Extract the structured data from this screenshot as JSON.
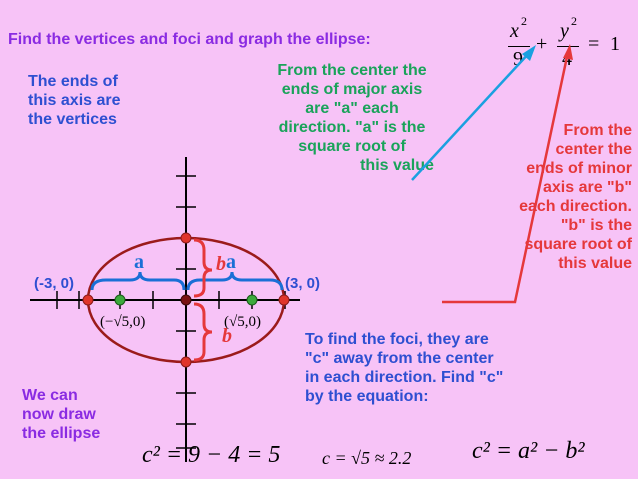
{
  "header": {
    "instruction": "Find the vertices and foci and graph the ellipse:"
  },
  "equation": {
    "x_sq": "x",
    "y_sq": "y",
    "exp": "2",
    "den_x": "9",
    "den_y": "4",
    "plus": "+",
    "eq": "=",
    "rhs": "1"
  },
  "notes": {
    "vertices": [
      "The ends of",
      "this axis are",
      "the vertices"
    ],
    "major": [
      "From the center the",
      "ends of major axis",
      "are \"a\" each",
      "direction.  \"a\" is the",
      "square root of",
      "this value"
    ],
    "minor": [
      "From the",
      "center the",
      "ends of minor",
      "axis are \"b\"",
      "each direction.",
      "\"b\" is the",
      "square root of",
      "this value"
    ],
    "foci": [
      "To find the foci, they are",
      "\"c\" away from the center",
      "in each direction.  Find \"c\"",
      "by the equation:"
    ],
    "draw": [
      "We can",
      "now draw",
      "the ellipse"
    ]
  },
  "graph": {
    "left_vertex": "(-3, 0)",
    "right_vertex": "(3, 0)",
    "label_a": "a",
    "label_b": "b",
    "neg_focus": "(−√5,0)",
    "pos_focus": "(√5,0)"
  },
  "formulas": {
    "c_squared": "c² = 9 − 4 = 5",
    "c_value": "c = √5 ≈ 2.2",
    "relation": "c² = a² − b²"
  },
  "colors": {
    "background": "#f7c3f7",
    "ellipse": "#9b1b1b",
    "axis": "#000000",
    "brace": "#1a6fd6",
    "red": "#e5383b",
    "focus": "#3caa3c",
    "vertex": "#e0342a"
  }
}
